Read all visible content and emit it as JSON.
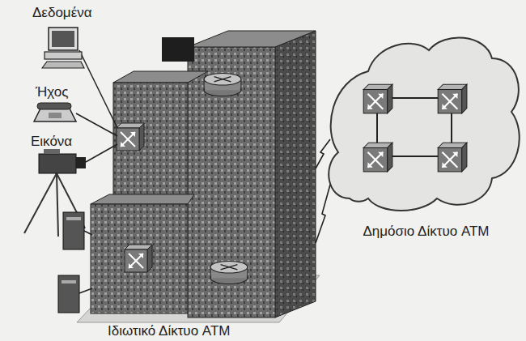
{
  "diagram": {
    "nodes": [
      {
        "text": [
          "Ιδιωτικό Δίκτυο ATM"
        ]
      },
      {
        "text": [
          "Δημόσιο Δίκτυο ATM"
        ]
      }
    ],
    "edges": [
      {
        "from": 0,
        "to": 1,
        "arrow": "none"
      },
      {
        "from": 0,
        "to": 1,
        "arrow": "none"
      }
    ],
    "labels": [
      "Δεδομένα",
      "Ήχος",
      "Εικόνα"
    ]
  }
}
